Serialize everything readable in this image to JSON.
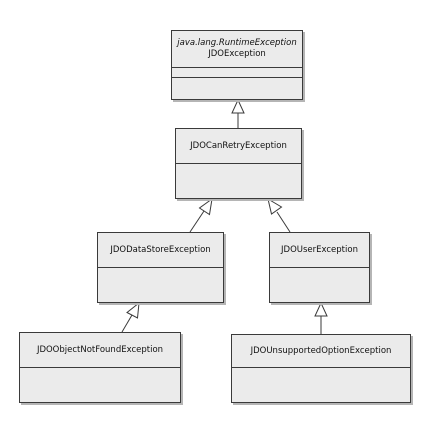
{
  "diagram": {
    "classes": {
      "jdo_exception": {
        "superclass_label": "java.lang.RuntimeException",
        "name": "JDOException"
      },
      "jdo_can_retry_exception": {
        "name": "JDOCanRetryException"
      },
      "jdo_data_store_exception": {
        "name": "JDODataStoreException"
      },
      "jdo_user_exception": {
        "name": "JDOUserException"
      },
      "jdo_object_not_found_exception": {
        "name": "JDOObjectNotFoundException"
      },
      "jdo_unsupported_option_exception": {
        "name": "JDOUnsupportedOptionException"
      }
    },
    "colors": {
      "class_fill": "#ebebeb",
      "class_border": "#3a3a3a",
      "shadow": "#b5b5b5",
      "connector": "#3a3a3a"
    }
  }
}
